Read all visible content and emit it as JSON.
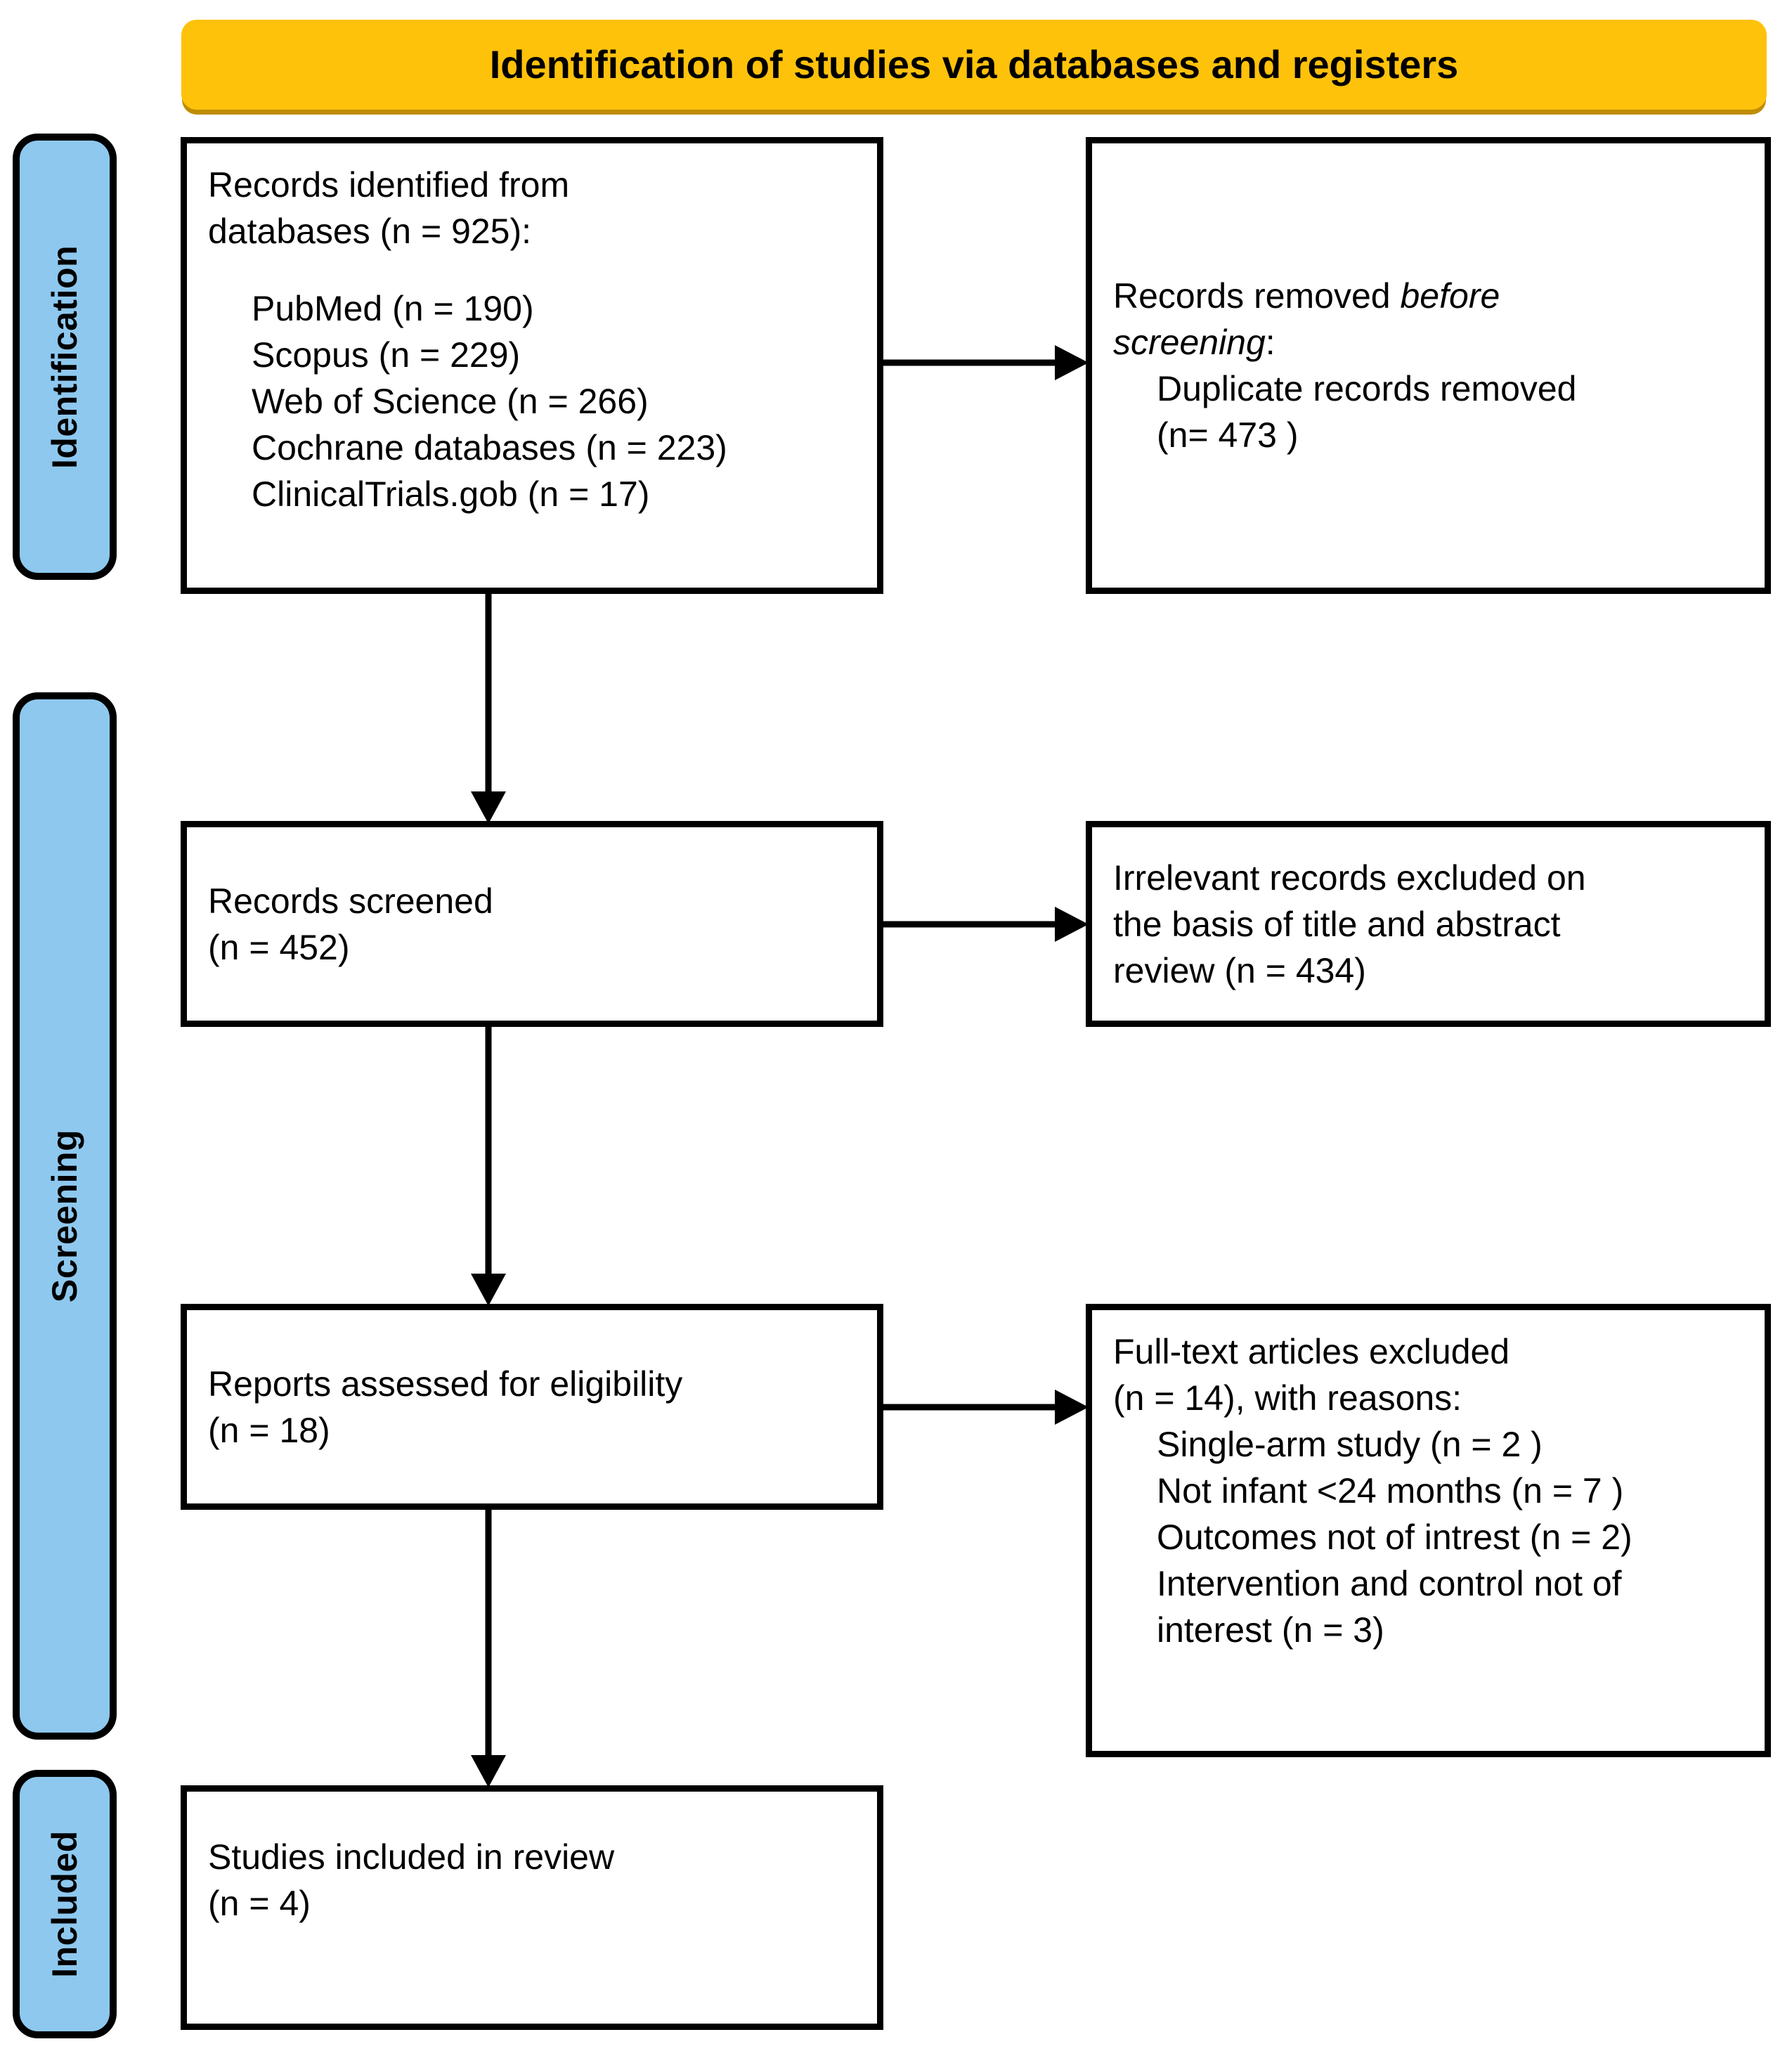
{
  "header": {
    "title": "Identification of studies via databases and registers",
    "fill_color": "#FFC20A"
  },
  "phases": {
    "fill_color": "#8EC8EE",
    "identification": "Identification",
    "screening": "Screening",
    "included": "Included"
  },
  "boxes": {
    "identified": {
      "line1": "Records identified from",
      "line2": "databases (n = 925):",
      "sources": [
        "PubMed (n = 190)",
        "Scopus (n = 229)",
        "Web of Science (n = 266)",
        "Cochrane databases (n = 223)",
        "ClinicalTrials.gob (n = 17)"
      ]
    },
    "removed": {
      "line1_pre": "Records removed ",
      "line1_italic": "before",
      "line2_italic": "screening",
      "line2_post": ":",
      "detail1": "Duplicate records removed",
      "detail2": "(n= 473 )"
    },
    "screened": {
      "line1": "Records screened",
      "line2": "(n = 452)"
    },
    "irrelevant": {
      "line1": "Irrelevant records excluded on",
      "line2": "the basis of title and abstract",
      "line3": "review (n = 434)"
    },
    "eligibility": {
      "line1": "Reports assessed for eligibility",
      "line2": "(n = 18)"
    },
    "fulltext": {
      "line1": "Full-text articles excluded",
      "line2": "(n = 14), with reasons:",
      "reasons": [
        "Single-arm study (n = 2 )",
        "Not infant <24 months (n = 7 )",
        "Outcomes not of intrest (n = 2)",
        "Intervention and control not of",
        "interest (n = 3)"
      ]
    },
    "included": {
      "line1": "Studies included in review",
      "line2": "(n = 4)"
    }
  },
  "connectors": {
    "identified_to_removed": "arrow-right",
    "identified_to_screened": "arrow-down",
    "screened_to_irrelevant": "arrow-right",
    "screened_to_eligibility": "arrow-down",
    "eligibility_to_fulltext": "arrow-right",
    "eligibility_to_included": "arrow-down"
  }
}
